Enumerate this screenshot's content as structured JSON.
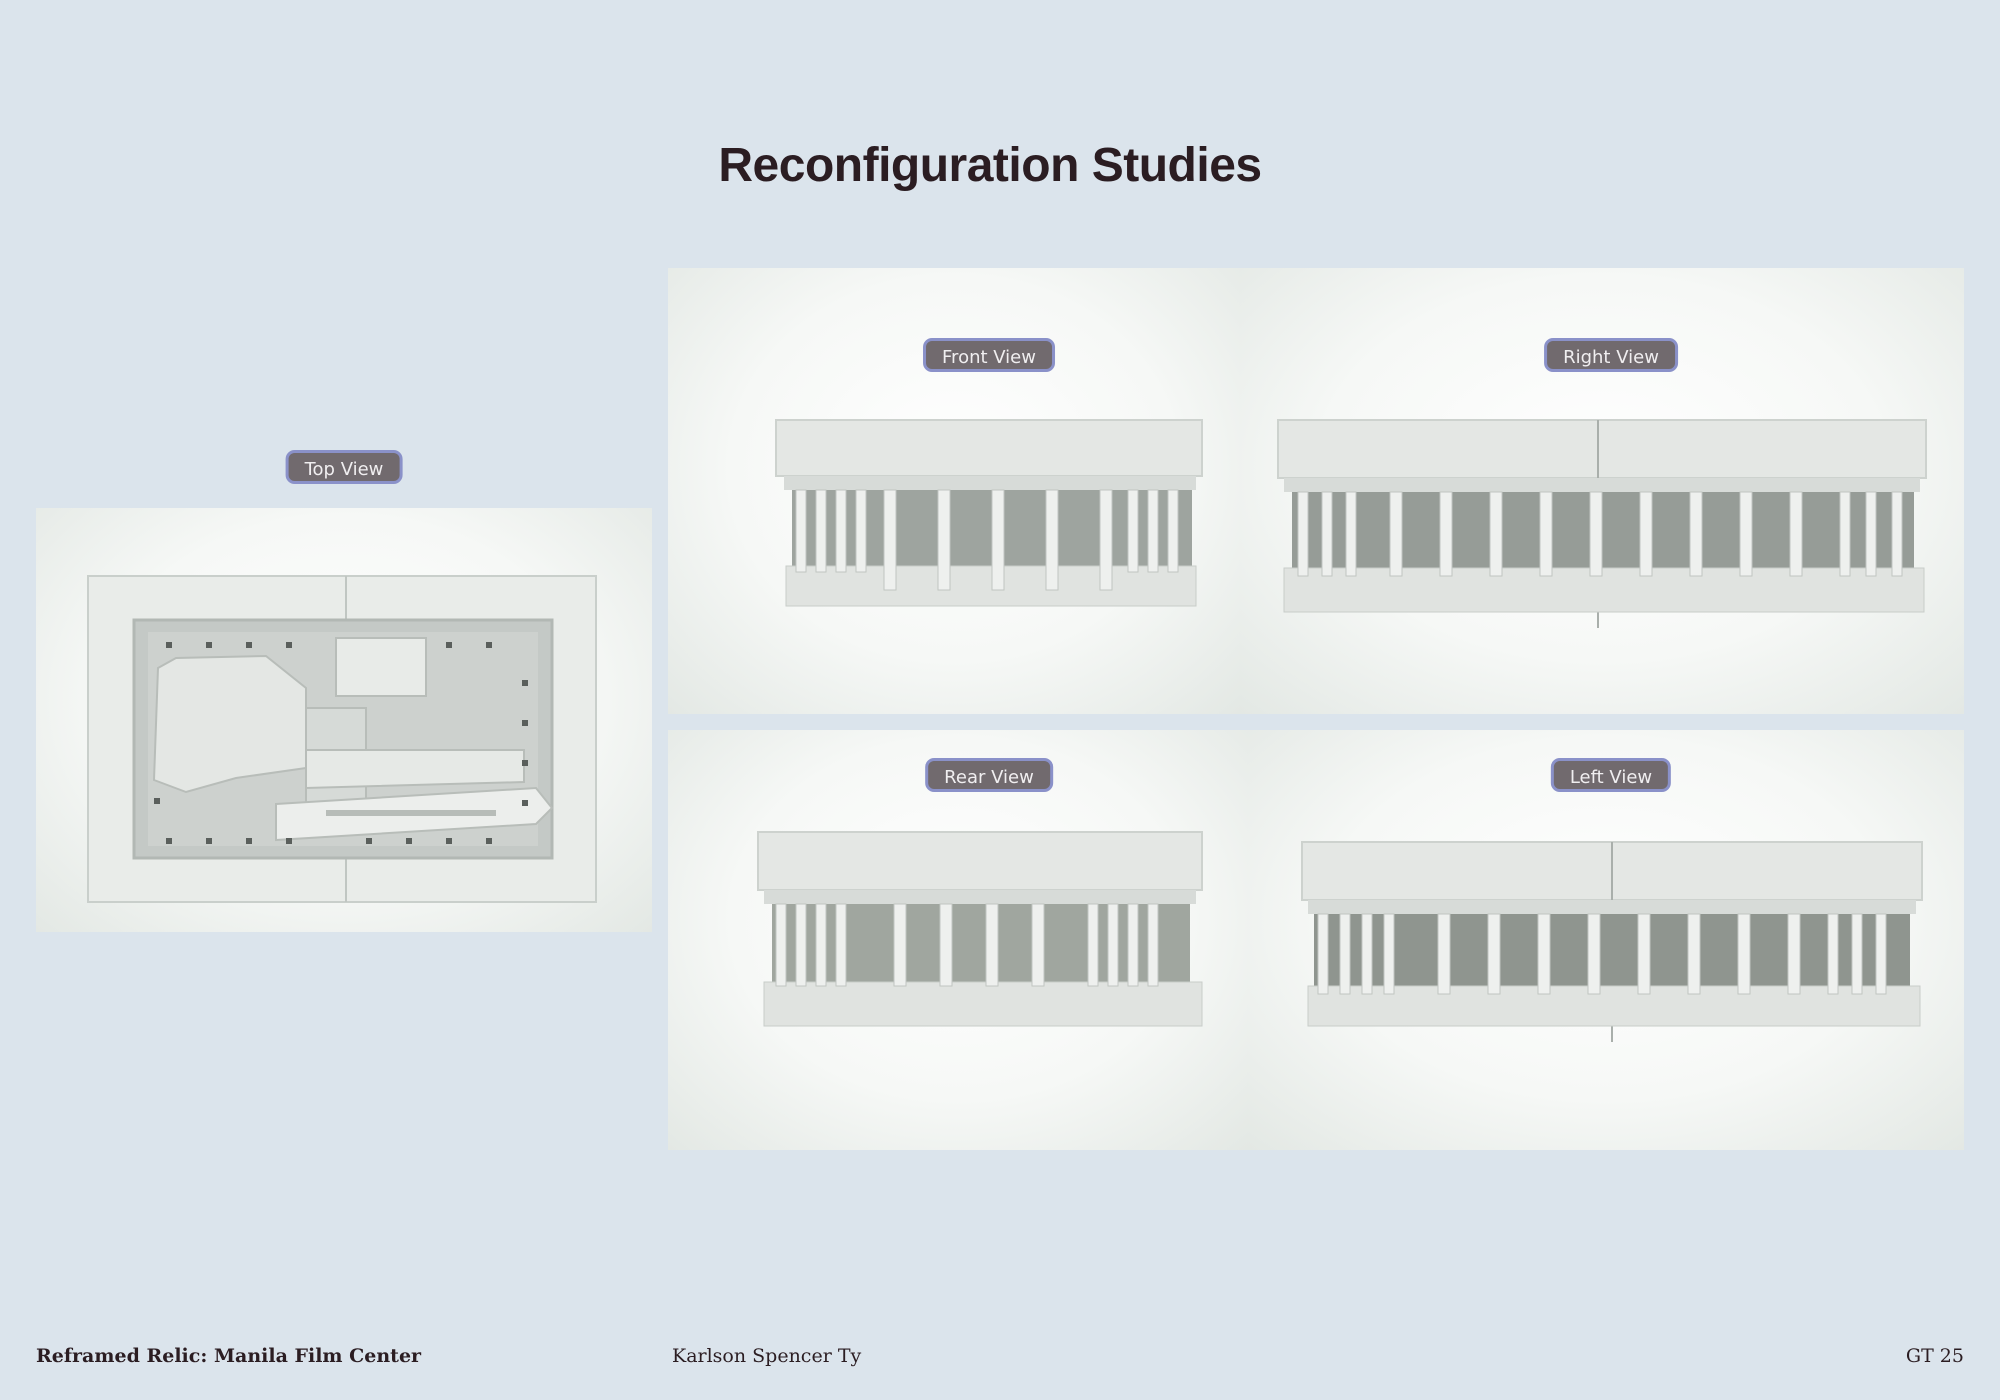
{
  "page": {
    "title": "Reconfiguration Studies"
  },
  "views": {
    "top": "Top View",
    "front": "Front View",
    "right": "Right View",
    "rear": "Rear View",
    "left": "Left View"
  },
  "footer": {
    "project": "Reframed Relic: Manila Film Center",
    "author": "Karlson Spencer Ty",
    "page_number": "GT 25"
  },
  "colors": {
    "background": "#dbe4ec",
    "title": "#2b1d22",
    "label_fill": "#716a6e",
    "label_border": "#8a91c9"
  }
}
